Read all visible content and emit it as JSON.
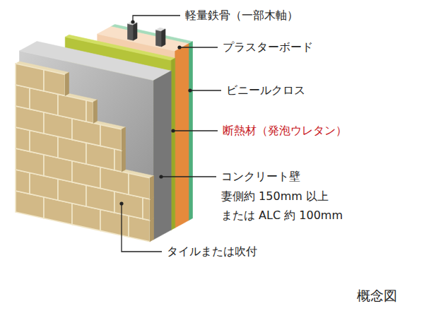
{
  "diagram": {
    "labels": [
      "軽量鉄骨（一部木軸）",
      "プラスターボード",
      "ビニールクロス",
      "断熱材（発泡ウレタン）",
      "コンクリート壁",
      "妻側約 150mm 以上",
      "または ALC 約 100mm",
      "タイルまたは吹付",
      "概念図"
    ]
  }
}
